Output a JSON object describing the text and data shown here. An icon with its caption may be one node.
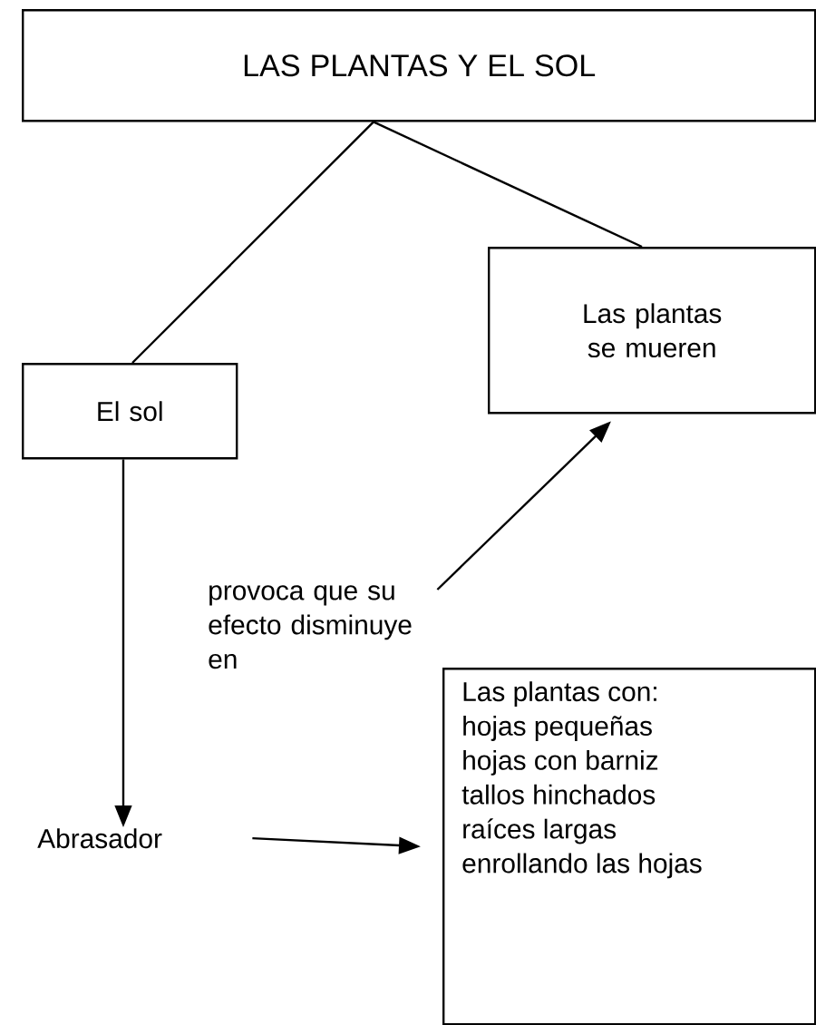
{
  "diagram": {
    "nodes": [
      {
        "text": [
          "LAS PLANTAS Y EL SOL"
        ]
      },
      {
        "text": [
          "Las plantas se mueren"
        ]
      },
      {
        "text": [
          "El sol"
        ]
      },
      {
        "text": [
          "provoca que su efecto disminuye en"
        ]
      },
      {
        "text": [
          "Abrasador"
        ]
      },
      {
        "text": [
          "Las plantas con:",
          "hojas pequeñas",
          "hojas con barniz",
          "tallos hinchados",
          "raíces largas",
          "enrollando las hojas"
        ]
      }
    ],
    "edges": [
      {
        "from": 0,
        "to": 2,
        "arrow": "none"
      },
      {
        "from": 0,
        "to": 1,
        "arrow": "none"
      },
      {
        "from": 2,
        "to": 4,
        "arrow": "to"
      },
      {
        "from": 3,
        "to": 1,
        "arrow": "to"
      },
      {
        "from": 4,
        "to": 5,
        "arrow": "to"
      }
    ]
  }
}
